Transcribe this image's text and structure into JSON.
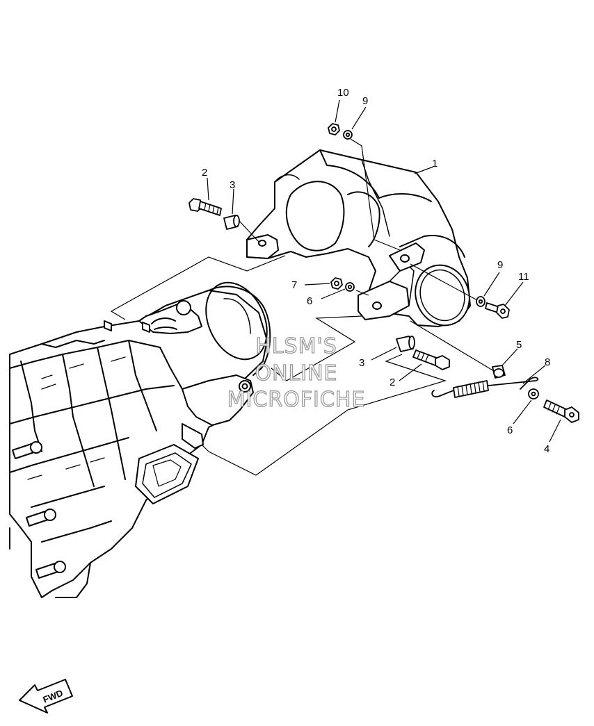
{
  "diagram": {
    "callouts": [
      {
        "id": "c10a",
        "label": "10"
      },
      {
        "id": "c9a",
        "label": "9"
      },
      {
        "id": "c1",
        "label": "1"
      },
      {
        "id": "c2a",
        "label": "2"
      },
      {
        "id": "c3a",
        "label": "3"
      },
      {
        "id": "c7",
        "label": "7"
      },
      {
        "id": "c6a",
        "label": "6"
      },
      {
        "id": "c9b",
        "label": "9"
      },
      {
        "id": "c11",
        "label": "11"
      },
      {
        "id": "c5",
        "label": "5"
      },
      {
        "id": "c3b",
        "label": "3"
      },
      {
        "id": "c8",
        "label": "8"
      },
      {
        "id": "c2b",
        "label": "2"
      },
      {
        "id": "c6b",
        "label": "6"
      },
      {
        "id": "c4",
        "label": "4"
      }
    ],
    "watermark": [
      "HLSM'S",
      "ONLINE",
      "MICROFICHE"
    ],
    "fwd_label": "FWD",
    "colors": {
      "line": "#000000",
      "watermark_stroke": "#9a9a9a"
    }
  }
}
